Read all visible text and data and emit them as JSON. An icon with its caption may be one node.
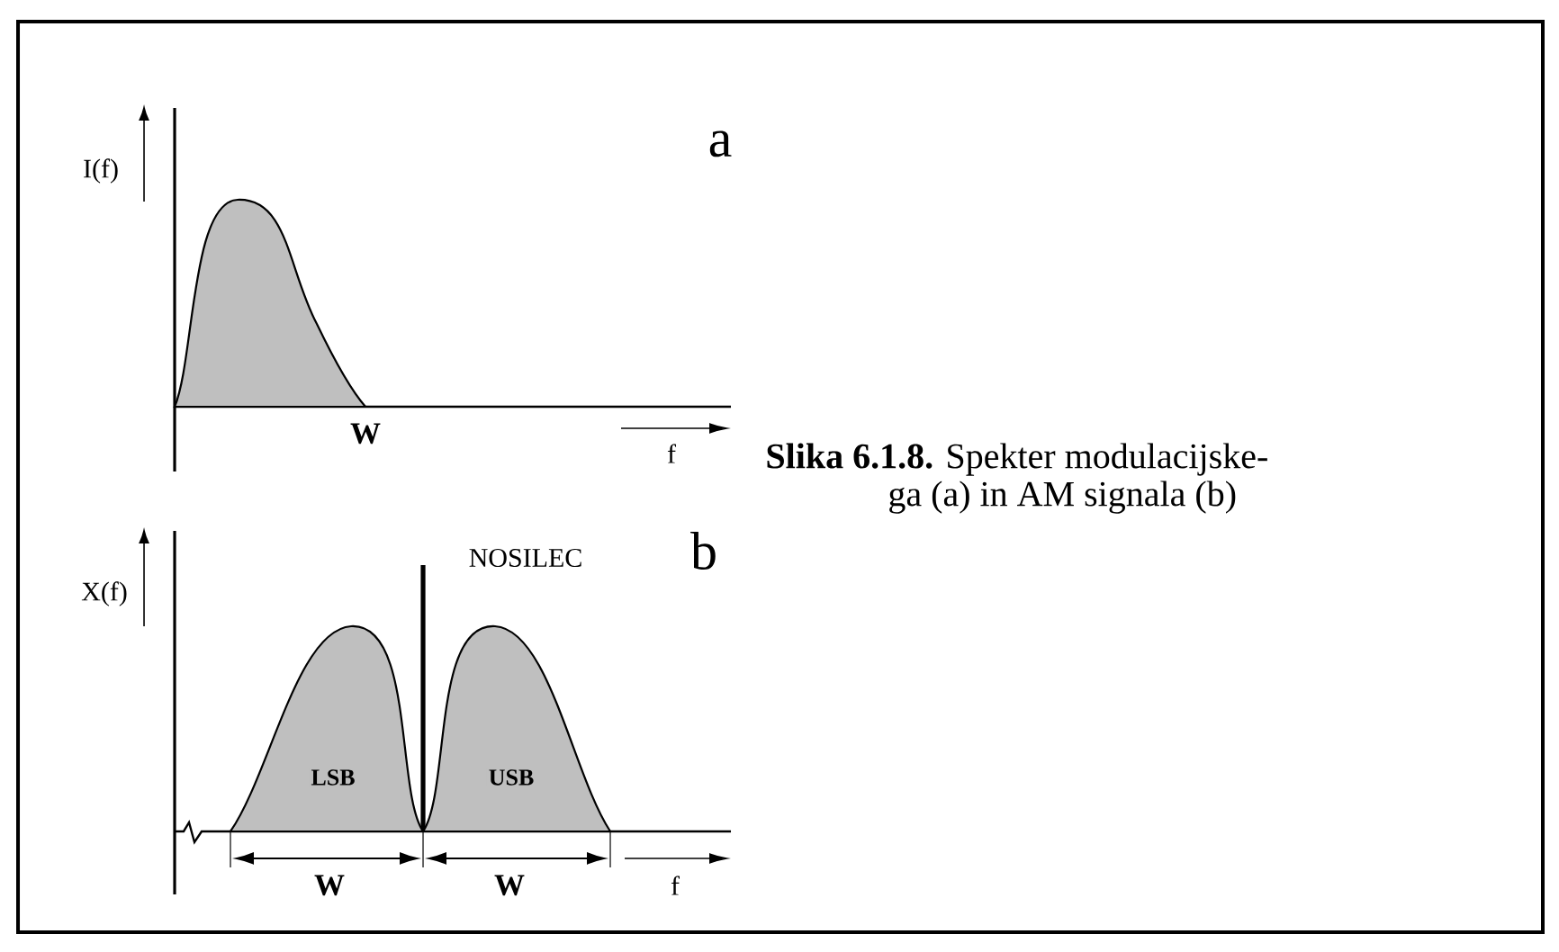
{
  "diagram": {
    "caption": "**Slika 6.1.8.** Spekter modulacijske- ga (a) in AM signala (b)",
    "labels": [
      "a",
      "I(f)",
      "W",
      "f",
      "NOSILEC",
      "b",
      "X(f)",
      "LSB",
      "USB",
      "W",
      "W",
      "f"
    ]
  }
}
